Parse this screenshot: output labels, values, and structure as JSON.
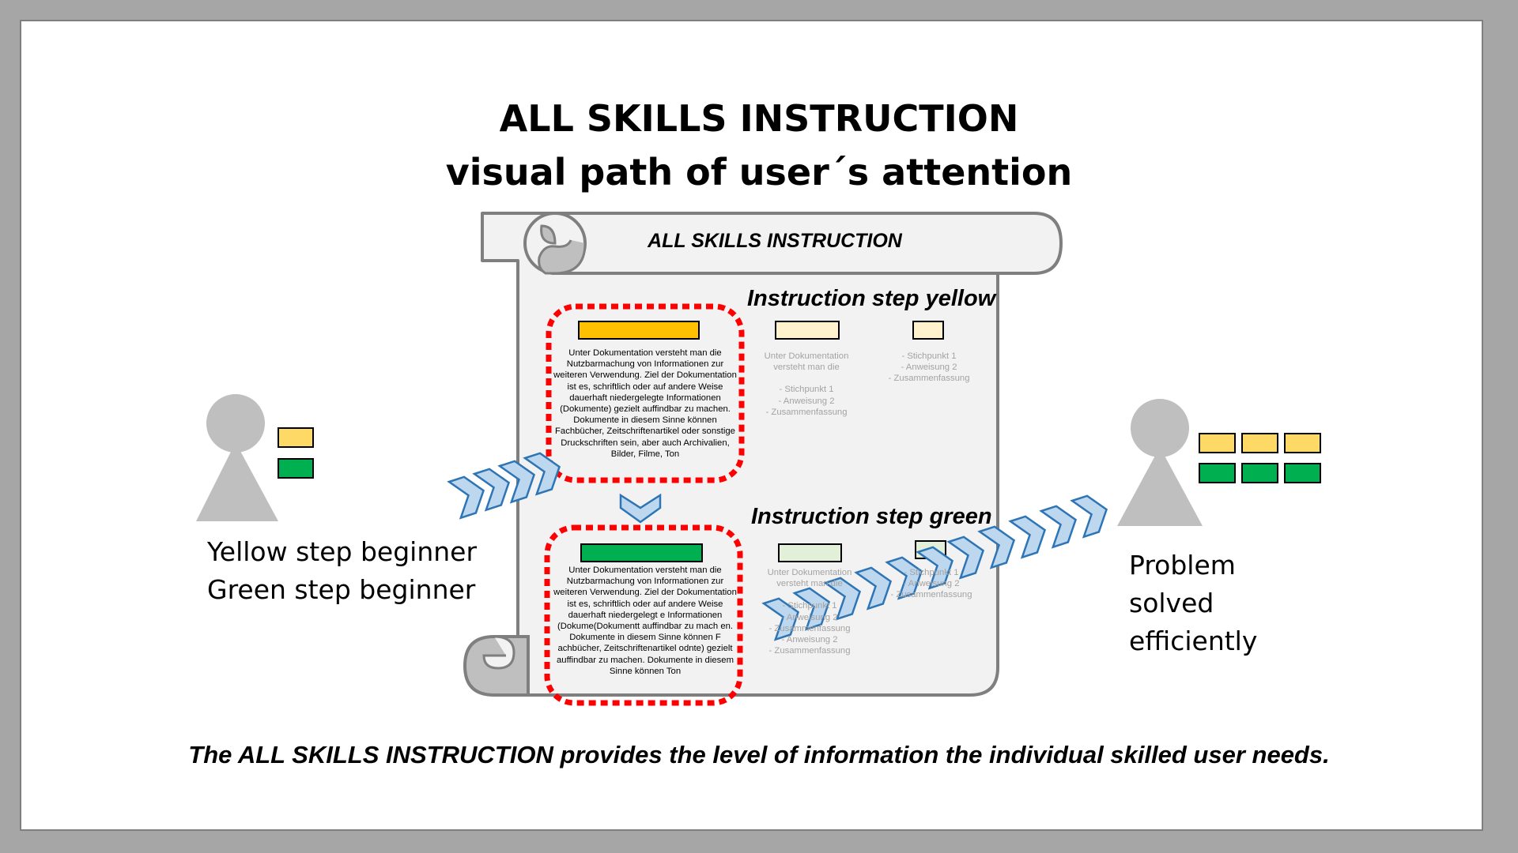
{
  "title": {
    "line1": "ALL SKILLS INSTRUCTION",
    "line2": "visual path of user´s attention"
  },
  "scroll": {
    "title": "ALL SKILLS INSTRUCTION",
    "yellow_step_heading": "Instruction step yellow",
    "green_step_heading": "Instruction step green",
    "yellow_paragraph": "Unter Dokumentation versteht man die Nutzbarmachung von Informationen zur weiteren Verwendung. Ziel der Dokumentation ist es, schriftlich oder auf andere Weise dauerhaft niedergelegte Informationen (Dokumente) gezielt auffindbar zu machen. Dokumente in diesem Sinne können Fachbücher, Zeitschriftenartikel oder sonstige Druckschriften sein, aber auch Archivalien, Bilder, Filme, Ton",
    "green_paragraph": "Unter Dokumentation versteht man die Nutzbarmachung von Informationen zur weiteren Verwendung. Ziel der Dokumentation ist es, schriftlich oder auf andere Weise dauerhaft niedergelegt e Informationen (Dokume(Dokumentt auffindbar zu mach en. Dokumente in diesem Sinne können F achbücher, Zeitschriftenartikel odnte) gezielt auffindbar zu machen. Dokumente in diesem Sinne können Ton",
    "yellow_mid_summary": [
      "Unter Dokumentation",
      "versteht man die",
      "",
      "- Stichpunkt 1",
      "- Anweisung 2",
      "- Zusammenfassung"
    ],
    "yellow_right_summary": [
      "- Stichpunkt 1",
      "- Anweisung 2",
      "- Zusammenfassung"
    ],
    "green_mid_summary": [
      "Unter Dokumentation",
      "versteht man die",
      "",
      "- Stichpunkt 1",
      "- Anweisung 2",
      "- Zusammenfassung",
      "- Anweisung 2",
      "- Zusammenfassung"
    ],
    "green_right_summary": [
      "- Stichpunkt 1",
      "- Anweisung 2",
      "- Zusammenfassung"
    ]
  },
  "left_user": {
    "line1": "Yellow step beginner",
    "line2": "Green step beginner"
  },
  "right_user": {
    "line1": "Problem",
    "line2": "solved",
    "line3": "efficiently"
  },
  "footer": "The ALL SKILLS INSTRUCTION provides the level of information the individual skilled user needs.",
  "colors": {
    "yellow": "#ffc000",
    "yellow_light": "#ffd966",
    "yellow_pale": "#fff2cc",
    "green": "#00b050",
    "green_pale": "#e2f0d9",
    "chevron_fill": "#bdd7ee",
    "chevron_stroke": "#2e75b6",
    "dashed_outline": "#ff0000",
    "person": "#bfbfbf",
    "scroll_fill": "#f2f2f2",
    "scroll_stroke": "#7f7f7f"
  }
}
